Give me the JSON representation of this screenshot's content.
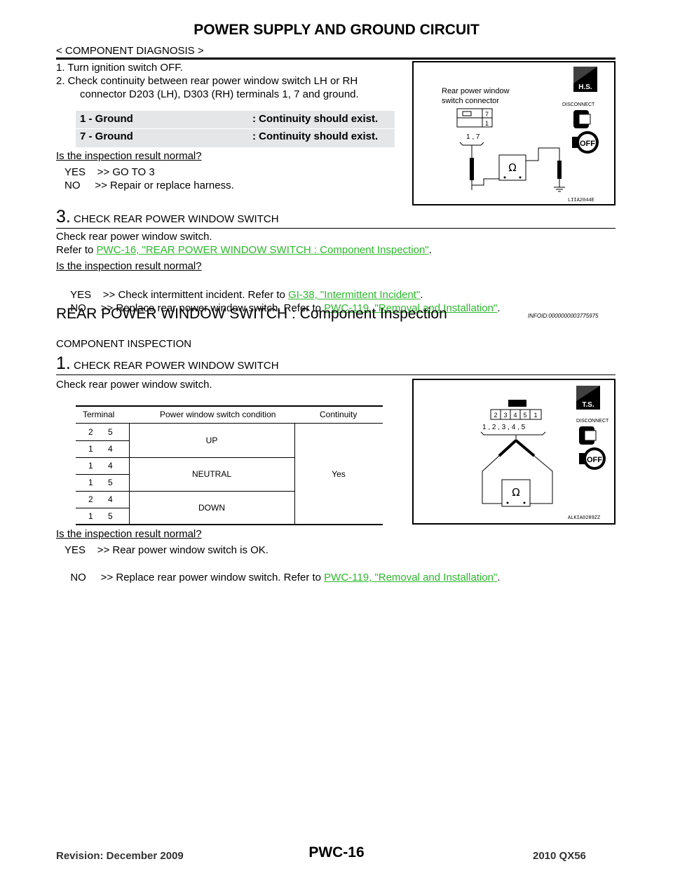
{
  "header": {
    "title": "POWER SUPPLY AND GROUND CIRCUIT",
    "breadcrumb": "< COMPONENT DIAGNOSIS >"
  },
  "step2": {
    "line1": "1. Turn ignition switch OFF.",
    "line2a": "2. Check continuity between rear power window switch LH or RH",
    "line2b": "connector D203 (LH), D303 (RH) terminals 1, 7 and ground.",
    "checks": [
      {
        "label": "1 - Ground",
        "result": ": Continuity should exist."
      },
      {
        "label": "7 - Ground",
        "result": ": Continuity should exist."
      }
    ],
    "question": "Is the inspection result normal?",
    "yes": "YES    >> GO TO 3",
    "no": "NO     >> Repair or replace harness."
  },
  "figure1": {
    "connector_label_1": "Rear power window",
    "connector_label_2": "switch connector",
    "pin_top": "7",
    "pin_bottom": "1",
    "probe_label": "1 , 7",
    "meter_symbol": "Ω",
    "badge": "H.S.",
    "disconnect": "DISCONNECT",
    "off": "OFF",
    "code": "LIIA2044E"
  },
  "step3": {
    "num": "3.",
    "heading": "CHECK REAR POWER WINDOW SWITCH",
    "line1": "Check rear power window switch.",
    "refer_prefix": "Refer to ",
    "refer_link": "PWC-16, \"REAR POWER WINDOW SWITCH : Component Inspection\"",
    "refer_suffix": ".",
    "question": "Is the inspection result normal?",
    "yes_prefix": "YES    >> Check intermittent incident. Refer to ",
    "yes_link": "GI-38, \"Intermittent Incident\"",
    "yes_suffix": ".",
    "no_prefix": "NO     >> Replace rear power window switch. Refer to ",
    "no_link": "PWC-119, \"Removal and Installation\"",
    "no_suffix": "."
  },
  "section": {
    "title": "REAR POWER WINDOW SWITCH : Component Inspection",
    "infoid": "INFOID:0000000003775975",
    "subtitle": "COMPONENT INSPECTION"
  },
  "step1": {
    "num": "1.",
    "heading": "CHECK REAR POWER WINDOW SWITCH",
    "line1": "Check rear power window switch.",
    "table": {
      "headers": [
        "Terminal",
        "Power window switch condition",
        "Continuity"
      ],
      "rows": [
        {
          "t1": "2",
          "t2": "5"
        },
        {
          "t1": "1",
          "t2": "4"
        },
        {
          "t1": "1",
          "t2": "4"
        },
        {
          "t1": "1",
          "t2": "5"
        },
        {
          "t1": "2",
          "t2": "4"
        },
        {
          "t1": "1",
          "t2": "5"
        }
      ],
      "conditions": [
        "UP",
        "NEUTRAL",
        "DOWN"
      ],
      "continuity": "Yes"
    },
    "question": "Is the inspection result normal?",
    "yes": "YES    >> Rear power window switch is OK.",
    "no_prefix": "NO     >> Replace rear power window switch. Refer to ",
    "no_link": "PWC-119, \"Removal and Installation\"",
    "no_suffix": "."
  },
  "figure2": {
    "pins": [
      "2",
      "3",
      "4",
      "5",
      "1"
    ],
    "probe_label": "1 , 2 , 3 , 4 , 5",
    "meter_symbol": "Ω",
    "badge": "T.S.",
    "disconnect": "DISCONNECT",
    "off": "OFF",
    "code": "ALKIA0289ZZ"
  },
  "footer": {
    "revision": "Revision: December 2009",
    "page": "PWC-16",
    "model": "2010 QX56"
  }
}
